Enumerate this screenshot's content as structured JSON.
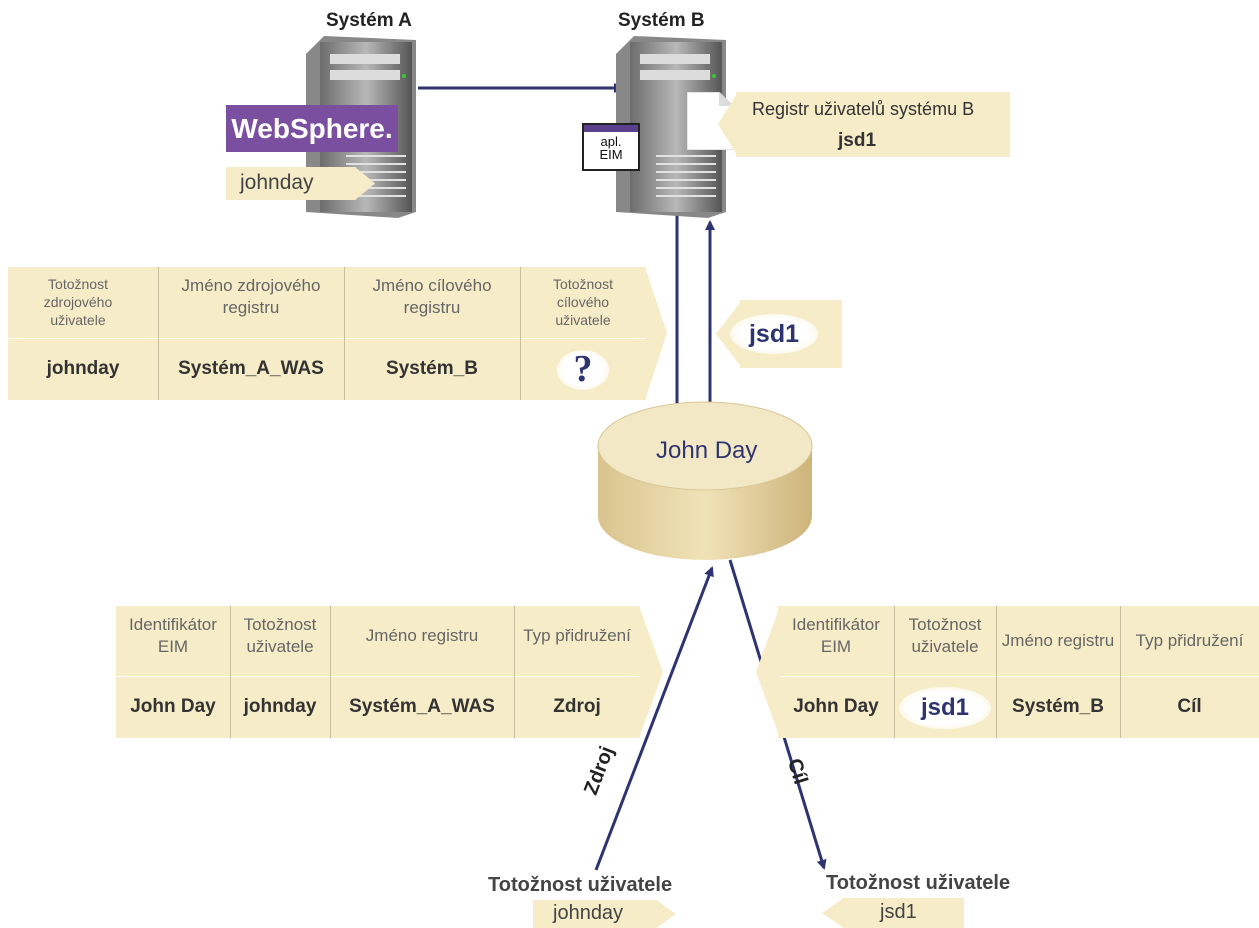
{
  "system_a": {
    "title": "Systém A",
    "product_logo": "WebSphere.",
    "user_tag": "johnday"
  },
  "system_b": {
    "title": "Systém B",
    "app_label": "apl.\nEIM",
    "registry_title": "Registr uživatelů systému B",
    "registry_user": "jsd1"
  },
  "lookup_table": {
    "headers": [
      "Totožnost zdrojového uživatele",
      "Jméno zdrojového registru",
      "Jméno cílového registru",
      "Totožnost cílového uživatele"
    ],
    "row": [
      "johnday",
      "Systém_A_WAS",
      "Systém_B",
      "?"
    ]
  },
  "return_tag": "jsd1",
  "identifier_label": "John Day",
  "source_assoc_table": {
    "headers": [
      "Identifikátor EIM",
      "Totožnost uživatele",
      "Jméno registru",
      "Typ přidružení"
    ],
    "row": [
      "John Day",
      "johnday",
      "Systém_A_WAS",
      "Zdroj"
    ]
  },
  "target_assoc_table": {
    "headers": [
      "Identifikátor EIM",
      "Totožnost uživatele",
      "Jméno registru",
      "Typ přidružení"
    ],
    "row": [
      "John Day",
      "jsd1",
      "Systém_B",
      "Cíl"
    ]
  },
  "source_arrow_label": "Zdroj",
  "target_arrow_label": "Cíl",
  "source_identity": {
    "title": "Totožnost uživatele",
    "value": "johnday"
  },
  "target_identity": {
    "title": "Totožnost uživatele",
    "value": "jsd1"
  },
  "colors": {
    "arrow": "#2e3470",
    "tag_bg": "#f6ecc8",
    "websphere": "#7b4fa0",
    "disk": "#e6d4a4"
  }
}
